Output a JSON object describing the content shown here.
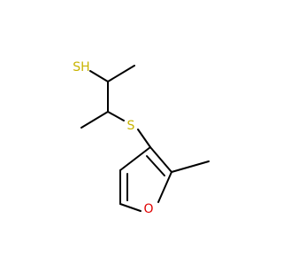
{
  "molecule": {
    "atoms": {
      "sh": {
        "label": "SH"
      },
      "thioether_s": {
        "label": "S"
      },
      "furan_o": {
        "label": "O"
      }
    },
    "colors": {
      "bond": "#000000",
      "sulfur": "#c8b400",
      "oxygen": "#e00000",
      "background": "#ffffff"
    }
  }
}
